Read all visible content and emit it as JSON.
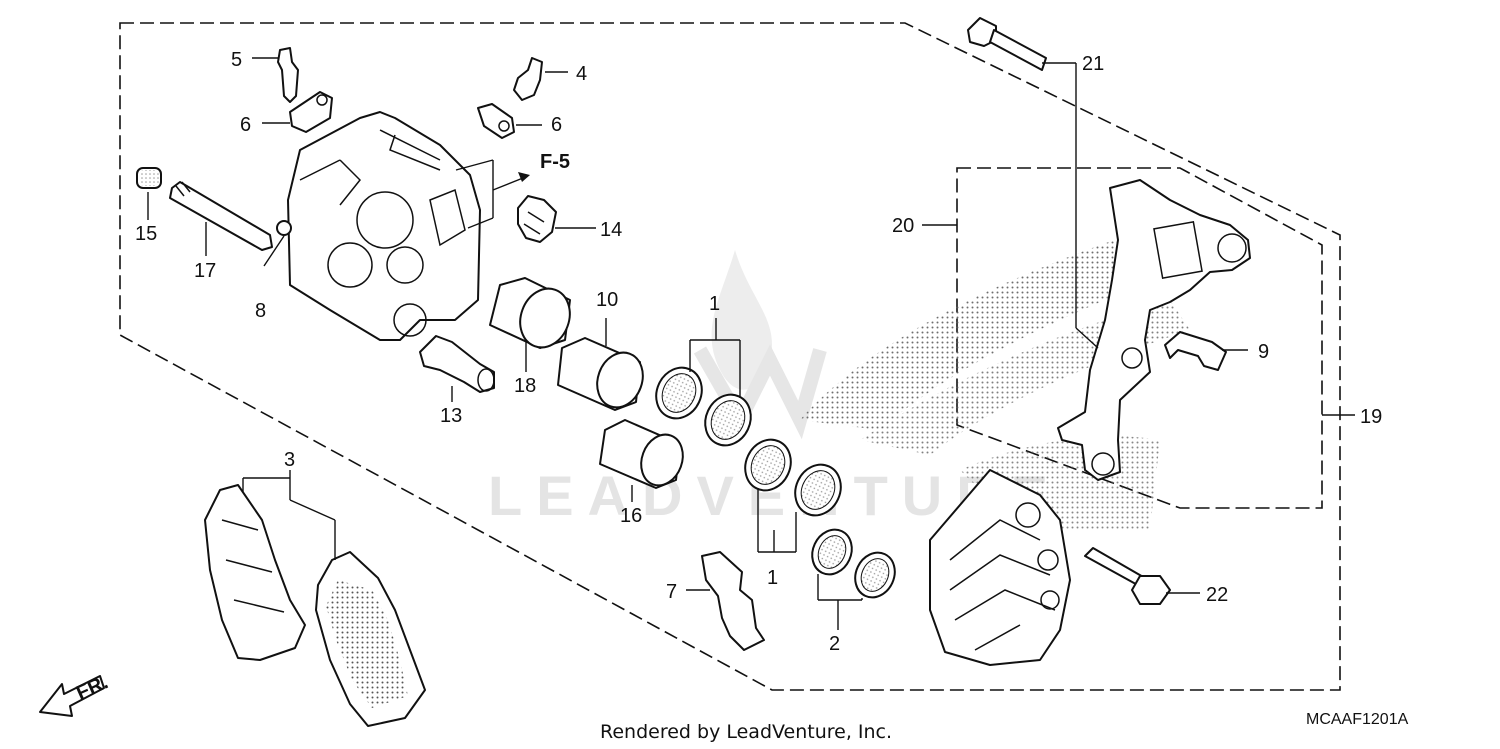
{
  "diagram": {
    "callouts": [
      {
        "id": "c1a",
        "label": "1"
      },
      {
        "id": "c1b",
        "label": "1"
      },
      {
        "id": "c2",
        "label": "2"
      },
      {
        "id": "c3",
        "label": "3"
      },
      {
        "id": "c4",
        "label": "4"
      },
      {
        "id": "c5",
        "label": "5"
      },
      {
        "id": "c6a",
        "label": "6"
      },
      {
        "id": "c6b",
        "label": "6"
      },
      {
        "id": "c7",
        "label": "7"
      },
      {
        "id": "c8",
        "label": "8"
      },
      {
        "id": "c9",
        "label": "9"
      },
      {
        "id": "c10",
        "label": "10"
      },
      {
        "id": "c13",
        "label": "13"
      },
      {
        "id": "c14",
        "label": "14"
      },
      {
        "id": "c15",
        "label": "15"
      },
      {
        "id": "c16",
        "label": "16"
      },
      {
        "id": "c17",
        "label": "17"
      },
      {
        "id": "c18",
        "label": "18"
      },
      {
        "id": "c19",
        "label": "19"
      },
      {
        "id": "c20",
        "label": "20"
      },
      {
        "id": "c21",
        "label": "21"
      },
      {
        "id": "c22",
        "label": "22"
      }
    ],
    "reference_label": "F-5",
    "direction_label": "FR.",
    "watermark_text": "LEADVENTURE",
    "footer_credit": "Rendered by LeadVenture, Inc.",
    "diagram_code": "MCAAF1201A"
  },
  "colors": {
    "line": "#111111",
    "watermark": "#e4e4e4",
    "background": "#ffffff"
  }
}
